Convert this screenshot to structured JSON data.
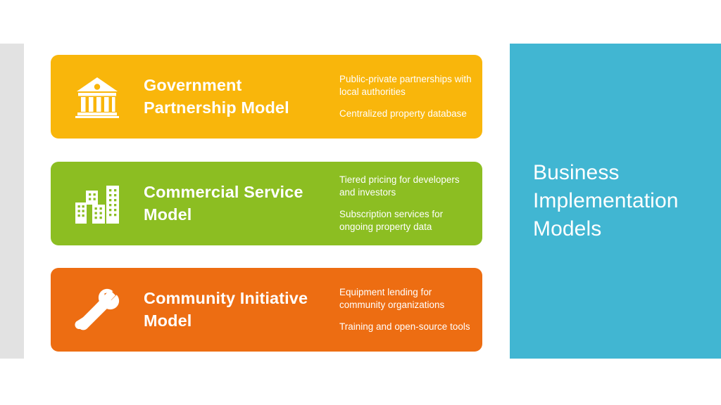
{
  "slide": {
    "background_color": "#ffffff",
    "accent_strip_color": "#e2e2e2"
  },
  "title_panel": {
    "background_color": "#41b6d2",
    "text_color": "#ffffff",
    "title": "Business\nImplementation\nModels"
  },
  "rows": [
    {
      "id": "government-partnership-model",
      "color": "#f9b60b",
      "icon": "bank-building-icon",
      "headline": "Government\nPartnership Model",
      "details": [
        "Public-private partnerships with local authorities",
        "Centralized property database"
      ]
    },
    {
      "id": "commercial-service-model",
      "color": "#8cbe22",
      "icon": "city-buildings-icon",
      "headline": "Commercial Service\nModel",
      "details": [
        "Tiered pricing for developers and investors",
        "Subscription services for ongoing property data"
      ]
    },
    {
      "id": "community-initiative-model",
      "color": "#ed6d12",
      "icon": "wrench-screwdriver-icon",
      "headline": "Community Initiative\nModel",
      "details": [
        "Equipment lending for community organizations",
        "Training and open-source tools"
      ]
    }
  ]
}
